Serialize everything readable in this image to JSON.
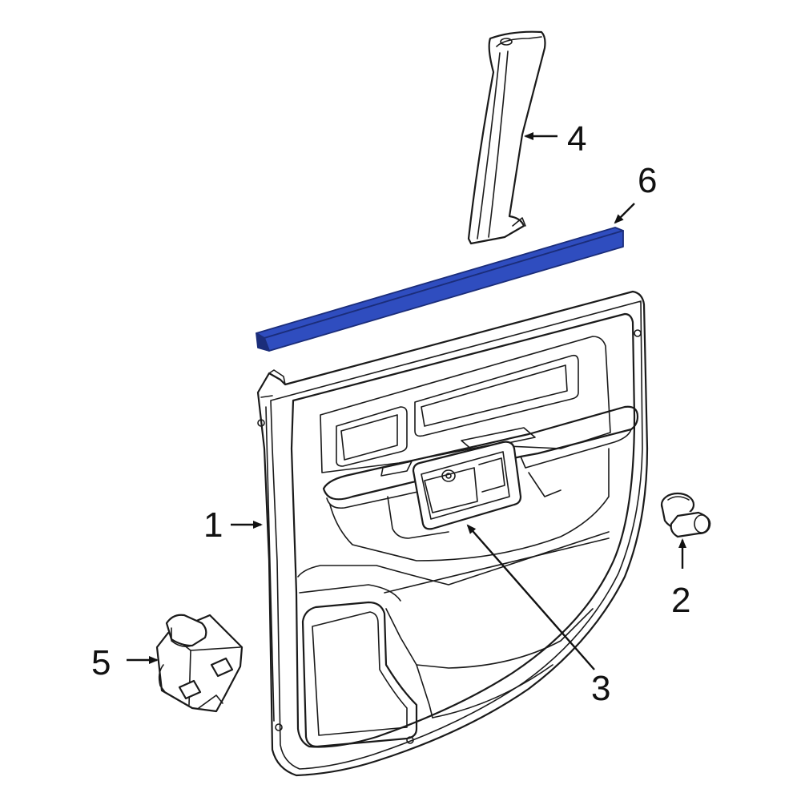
{
  "callouts": {
    "c1": "1",
    "c2": "2",
    "c3": "3",
    "c4": "4",
    "c5": "5",
    "c6": "6"
  },
  "colors": {
    "highlight": "#2f4dbf",
    "highlight_dark": "#1b2d7a",
    "line": "#1a1a1a"
  },
  "highlighted_part": "6"
}
